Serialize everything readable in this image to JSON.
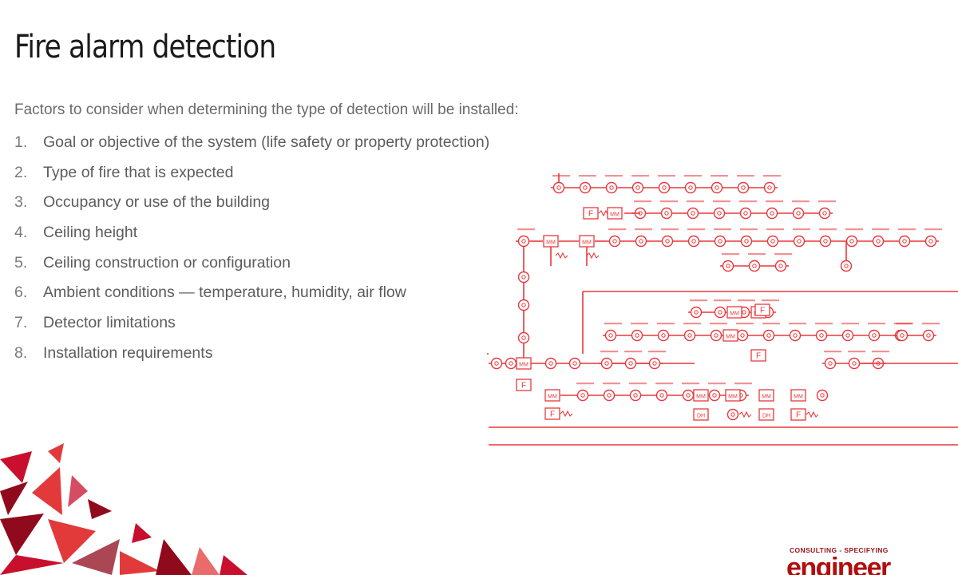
{
  "slide": {
    "title": "Fire alarm detection",
    "intro": "Factors to consider when determining the type of detection will be installed:",
    "factors": [
      {
        "num": "1.",
        "text": "Goal or objective of the system (life safety or property protection)"
      },
      {
        "num": "2.",
        "text": "Type of fire that is expected"
      },
      {
        "num": "3.",
        "text": "Occupancy or use of the building"
      },
      {
        "num": "4.",
        "text": "Ceiling height"
      },
      {
        "num": "5.",
        "text": "Ceiling construction or configuration"
      },
      {
        "num": "6.",
        "text": "Ambient conditions — temperature, humidity, air flow"
      },
      {
        "num": "7.",
        "text": "Detector limitations"
      },
      {
        "num": "8.",
        "text": "Installation requirements"
      }
    ]
  },
  "diagram": {
    "module_labels": {
      "monitor": "MM",
      "flow": "F",
      "door_holder": "DH"
    },
    "accent_color": "#e8383d"
  },
  "logo": {
    "tagline": "CONSULTING - SPECIFYING",
    "wordmark": "engineer",
    "color": "#b10e0e"
  },
  "decor": {
    "triangle_colors": [
      "#c8102e",
      "#8f0a1c",
      "#e23a3a"
    ]
  }
}
